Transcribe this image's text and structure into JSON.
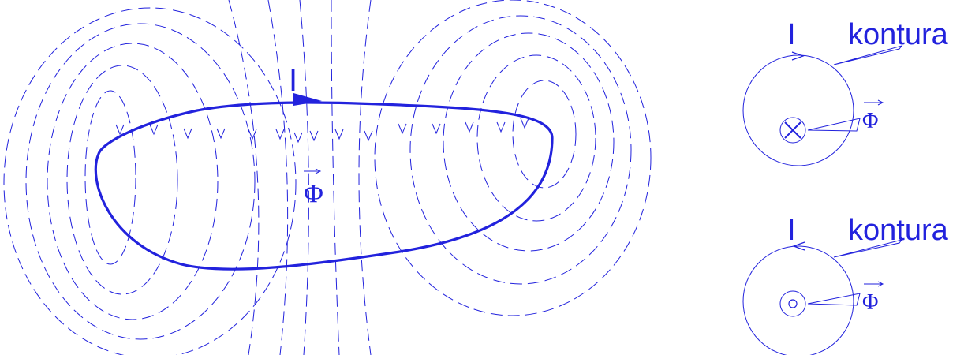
{
  "colors": {
    "line": "#2222dd",
    "text": "#2222dd",
    "background": "#ffffff"
  },
  "main_figure": {
    "current_label": "I",
    "flux_label": "Φ"
  },
  "inset_into_page": {
    "current_label": "I",
    "contour_label": "kontura",
    "flux_label": "Φ",
    "flux_symbol": "cross-icon"
  },
  "inset_out_of_page": {
    "current_label": "I",
    "contour_label": "kontura",
    "flux_label": "Φ",
    "flux_symbol": "dot-icon"
  }
}
